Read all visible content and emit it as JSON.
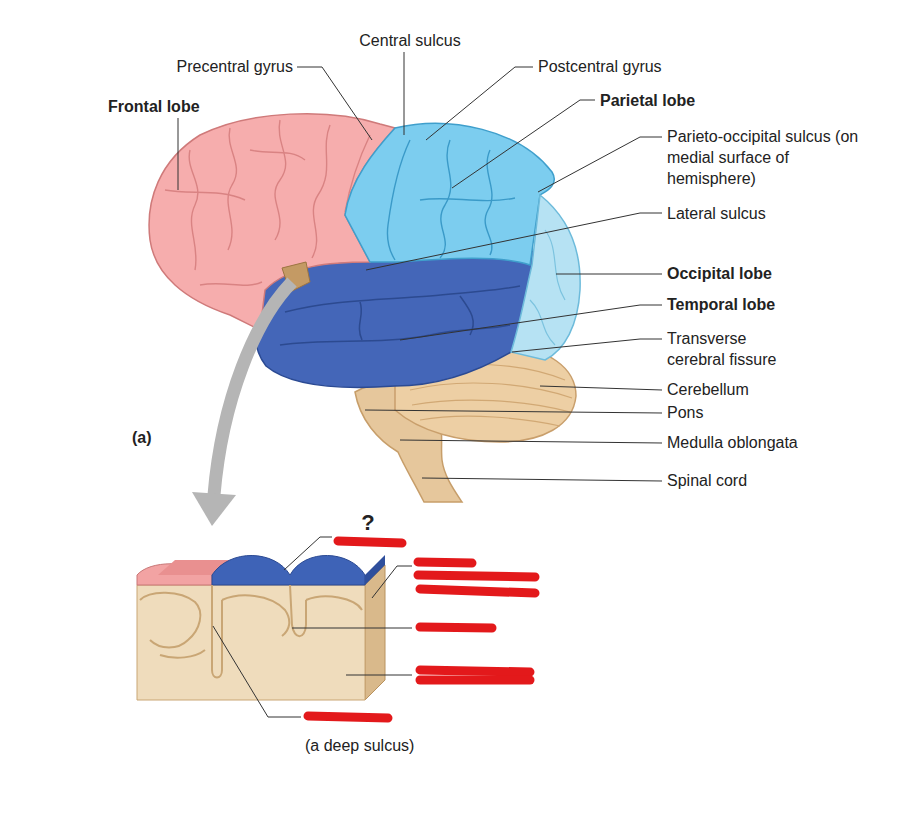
{
  "diagram": {
    "labels": [
      "Central sulcus",
      "Precentral gyrus",
      "Postcentral gyrus",
      "Frontal lobe",
      "Parietal lobe",
      "Parieto-occipital sulcus (on medial surface of hemisphere)",
      "Lateral sulcus",
      "Occipital lobe",
      "Temporal lobe",
      "Transverse cerebral fissure",
      "Cerebellum",
      "Pons",
      "Medulla oblongata",
      "Spinal cord",
      "(a)",
      "?",
      "(a deep sulcus)"
    ]
  }
}
